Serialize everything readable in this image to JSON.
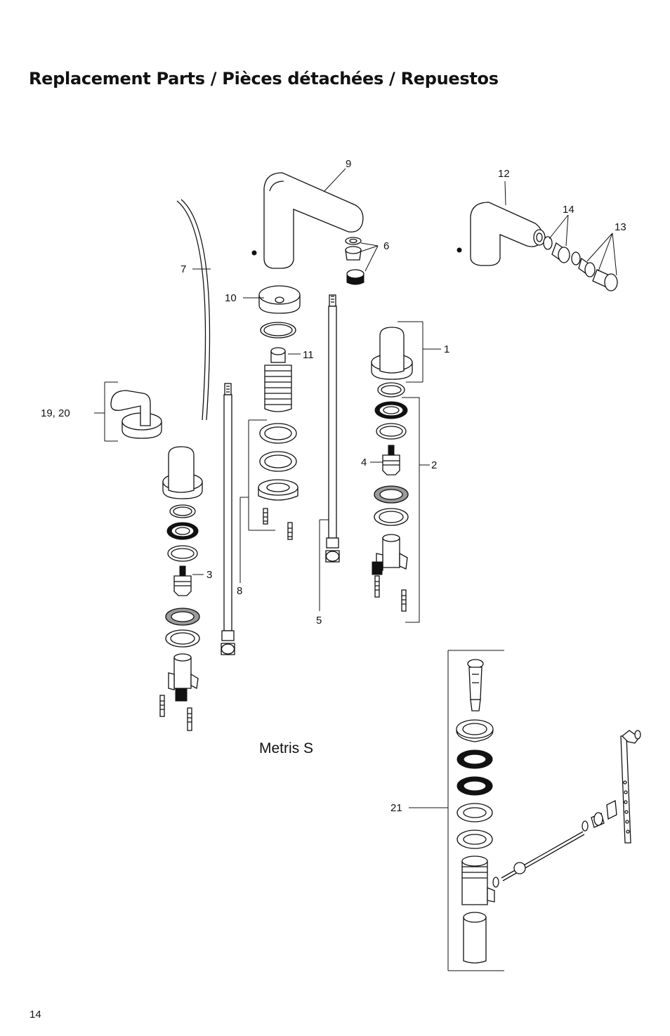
{
  "header": {
    "title": "Replacement Parts / Pièces détachées / Repuestos"
  },
  "footer": {
    "page_number": "14"
  },
  "diagram": {
    "model_name": "Metris S",
    "callouts": [
      {
        "id": "c1",
        "text": "1"
      },
      {
        "id": "c2",
        "text": "2"
      },
      {
        "id": "c3",
        "text": "3"
      },
      {
        "id": "c4",
        "text": "4"
      },
      {
        "id": "c5",
        "text": "5"
      },
      {
        "id": "c6",
        "text": "6"
      },
      {
        "id": "c7",
        "text": "7"
      },
      {
        "id": "c8",
        "text": "8"
      },
      {
        "id": "c9",
        "text": "9"
      },
      {
        "id": "c10",
        "text": "10"
      },
      {
        "id": "c11",
        "text": "11"
      },
      {
        "id": "c12",
        "text": "12"
      },
      {
        "id": "c13",
        "text": "13"
      },
      {
        "id": "c14",
        "text": "14"
      },
      {
        "id": "c19_20",
        "text": "19, 20"
      },
      {
        "id": "c21",
        "text": "21"
      }
    ]
  }
}
